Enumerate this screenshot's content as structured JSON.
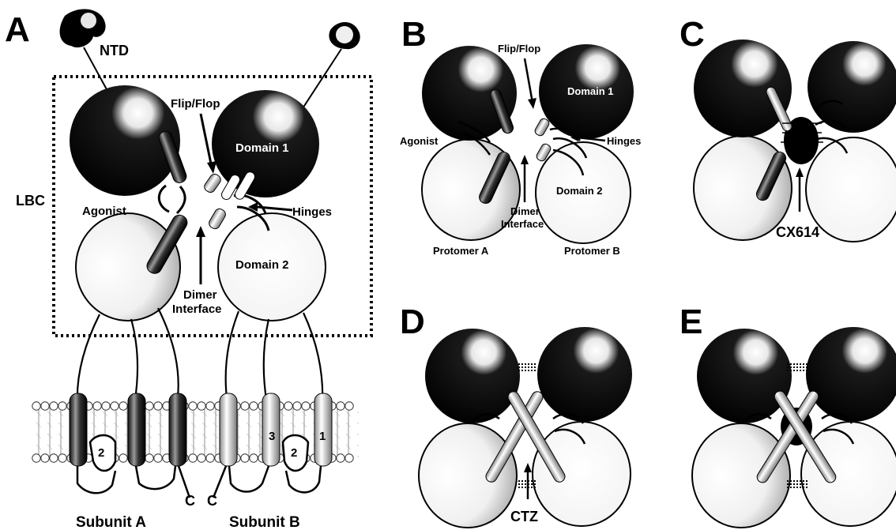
{
  "panels": {
    "A": {
      "letter": "A",
      "labels": {
        "ntd": "NTD",
        "lbc": "LBC",
        "flip_flop": "Flip/Flop",
        "domain1": "Domain 1",
        "agonist": "Agonist",
        "hinges": "Hinges",
        "domain2": "Domain 2",
        "dimer": "Dimer",
        "interface": "Interface",
        "subunit_a": "Subunit A",
        "subunit_b": "Subunit B",
        "c_terminal": "C"
      },
      "helix_numbers": [
        "2",
        "3",
        "2",
        "1"
      ]
    },
    "B": {
      "letter": "B",
      "labels": {
        "flip_flop": "Flip/Flop",
        "domain1": "Domain 1",
        "agonist": "Agonist",
        "hinges": "Hinges",
        "domain2": "Domain 2",
        "dimer": "Dimer",
        "interface": "Interface",
        "protomer_a": "Protomer A",
        "protomer_b": "Protomer B"
      }
    },
    "C": {
      "letter": "C",
      "labels": {
        "compound": "CX614"
      }
    },
    "D": {
      "letter": "D",
      "labels": {
        "compound": "CTZ"
      }
    },
    "E": {
      "letter": "E"
    }
  },
  "colors": {
    "domain1_fill": "#000000",
    "domain2_fill": "#ffffff",
    "membrane_line": "#555555"
  }
}
